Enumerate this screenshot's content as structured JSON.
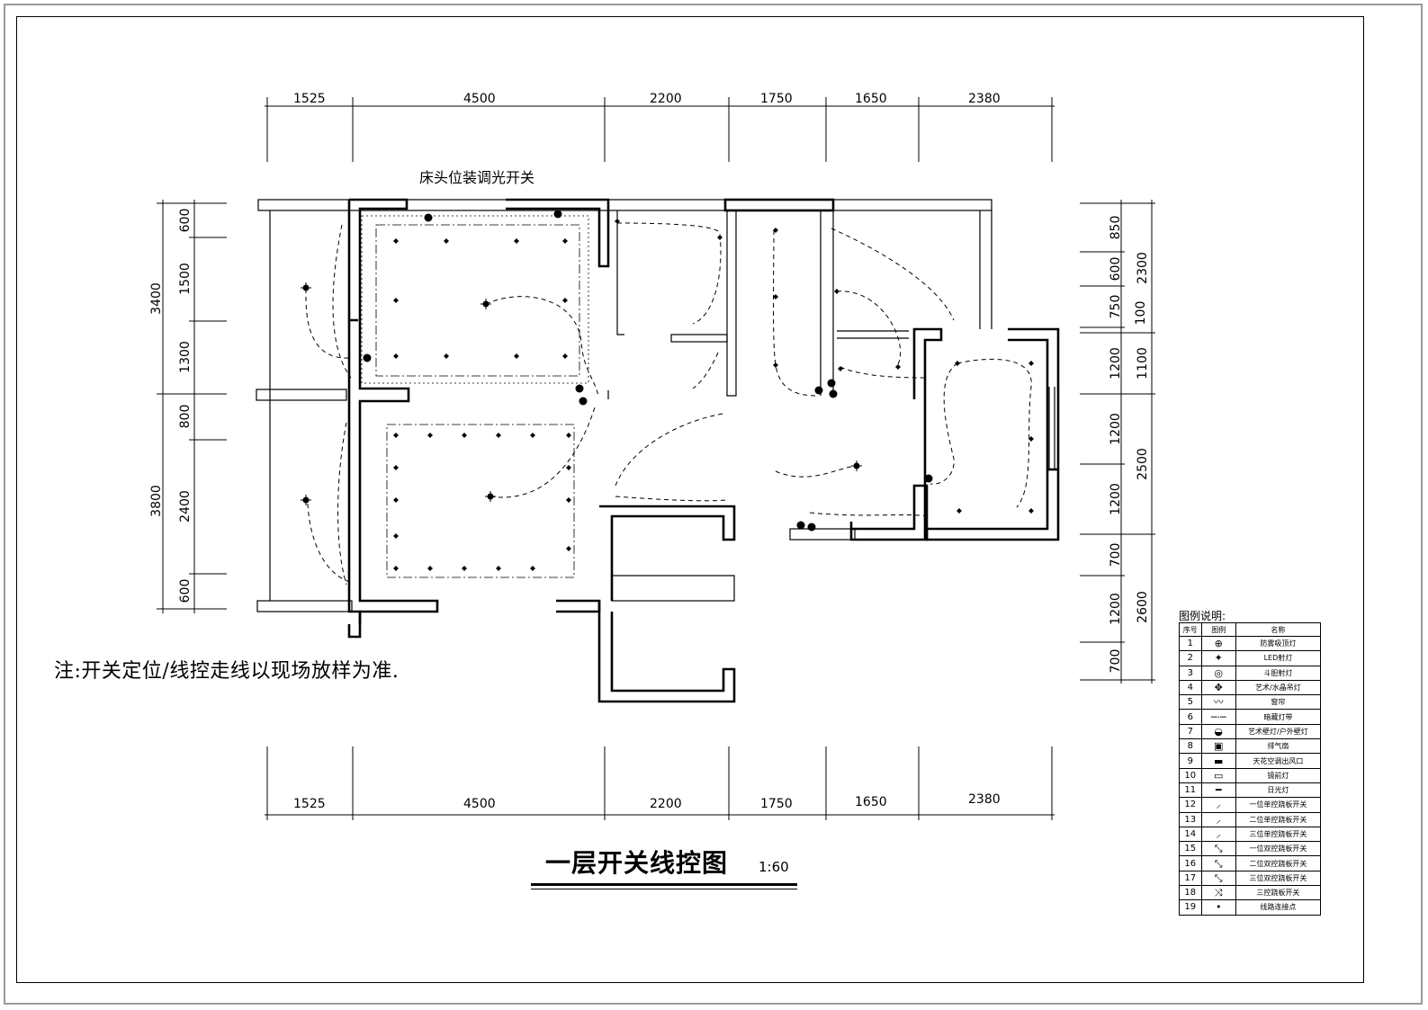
{
  "drawing": {
    "title": "一层开关线控图",
    "scale": "1:60",
    "note": "注:开关定位/线控走线以现场放样为准.",
    "bed_note": "床头位装调光开关"
  },
  "dimensions": {
    "top": [
      "1525",
      "4500",
      "2200",
      "1750",
      "1650",
      "2380"
    ],
    "bottom": [
      "1525",
      "4500",
      "2200",
      "1750",
      "1650",
      "2380"
    ],
    "left_outer": [
      "3400",
      "3800"
    ],
    "left_inner": [
      "600",
      "1500",
      "1300",
      "800",
      "2400",
      "600"
    ],
    "right_inner": [
      "850",
      "600",
      "750",
      "100",
      "1200",
      "1200",
      "1200",
      "700",
      "1200",
      "700"
    ],
    "right_outer": [
      "2300",
      "1100",
      "2500",
      "2600"
    ]
  },
  "legend": {
    "title": "图例说明:",
    "headers": [
      "序号",
      "图例",
      "名称"
    ],
    "rows": [
      {
        "no": "1",
        "icon": "moisture-proof-ceiling-light-icon",
        "name": "防雾吸顶灯"
      },
      {
        "no": "2",
        "icon": "led-spotlight-icon",
        "name": "LED射灯"
      },
      {
        "no": "3",
        "icon": "bucket-spotlight-icon",
        "name": "斗胆射灯"
      },
      {
        "no": "4",
        "icon": "chandelier-icon",
        "name": "艺术/水晶吊灯"
      },
      {
        "no": "5",
        "icon": "curtain-icon",
        "name": "窗帘"
      },
      {
        "no": "6",
        "icon": "hidden-light-strip-icon",
        "name": "暗藏灯带"
      },
      {
        "no": "7",
        "icon": "wall-lamp-icon",
        "name": "艺术壁灯/户外壁灯"
      },
      {
        "no": "8",
        "icon": "exhaust-fan-icon",
        "name": "排气扇"
      },
      {
        "no": "9",
        "icon": "ac-vent-icon",
        "name": "天花空调出风口"
      },
      {
        "no": "10",
        "icon": "mirror-light-icon",
        "name": "镜前灯"
      },
      {
        "no": "11",
        "icon": "fluorescent-light-icon",
        "name": "日光灯"
      },
      {
        "no": "12",
        "icon": "switch-1gang-1way-icon",
        "name": "一位单控跷板开关"
      },
      {
        "no": "13",
        "icon": "switch-2gang-1way-icon",
        "name": "二位单控跷板开关"
      },
      {
        "no": "14",
        "icon": "switch-3gang-1way-icon",
        "name": "三位单控跷板开关"
      },
      {
        "no": "15",
        "icon": "switch-1gang-2way-icon",
        "name": "一位双控跷板开关"
      },
      {
        "no": "16",
        "icon": "switch-2gang-2way-icon",
        "name": "二位双控跷板开关"
      },
      {
        "no": "17",
        "icon": "switch-3gang-2way-icon",
        "name": "三位双控跷板开关"
      },
      {
        "no": "18",
        "icon": "switch-3way-control-icon",
        "name": "三控跷板开关"
      },
      {
        "no": "19",
        "icon": "wiring-junction-dot-icon",
        "name": "线路连接点"
      }
    ]
  }
}
